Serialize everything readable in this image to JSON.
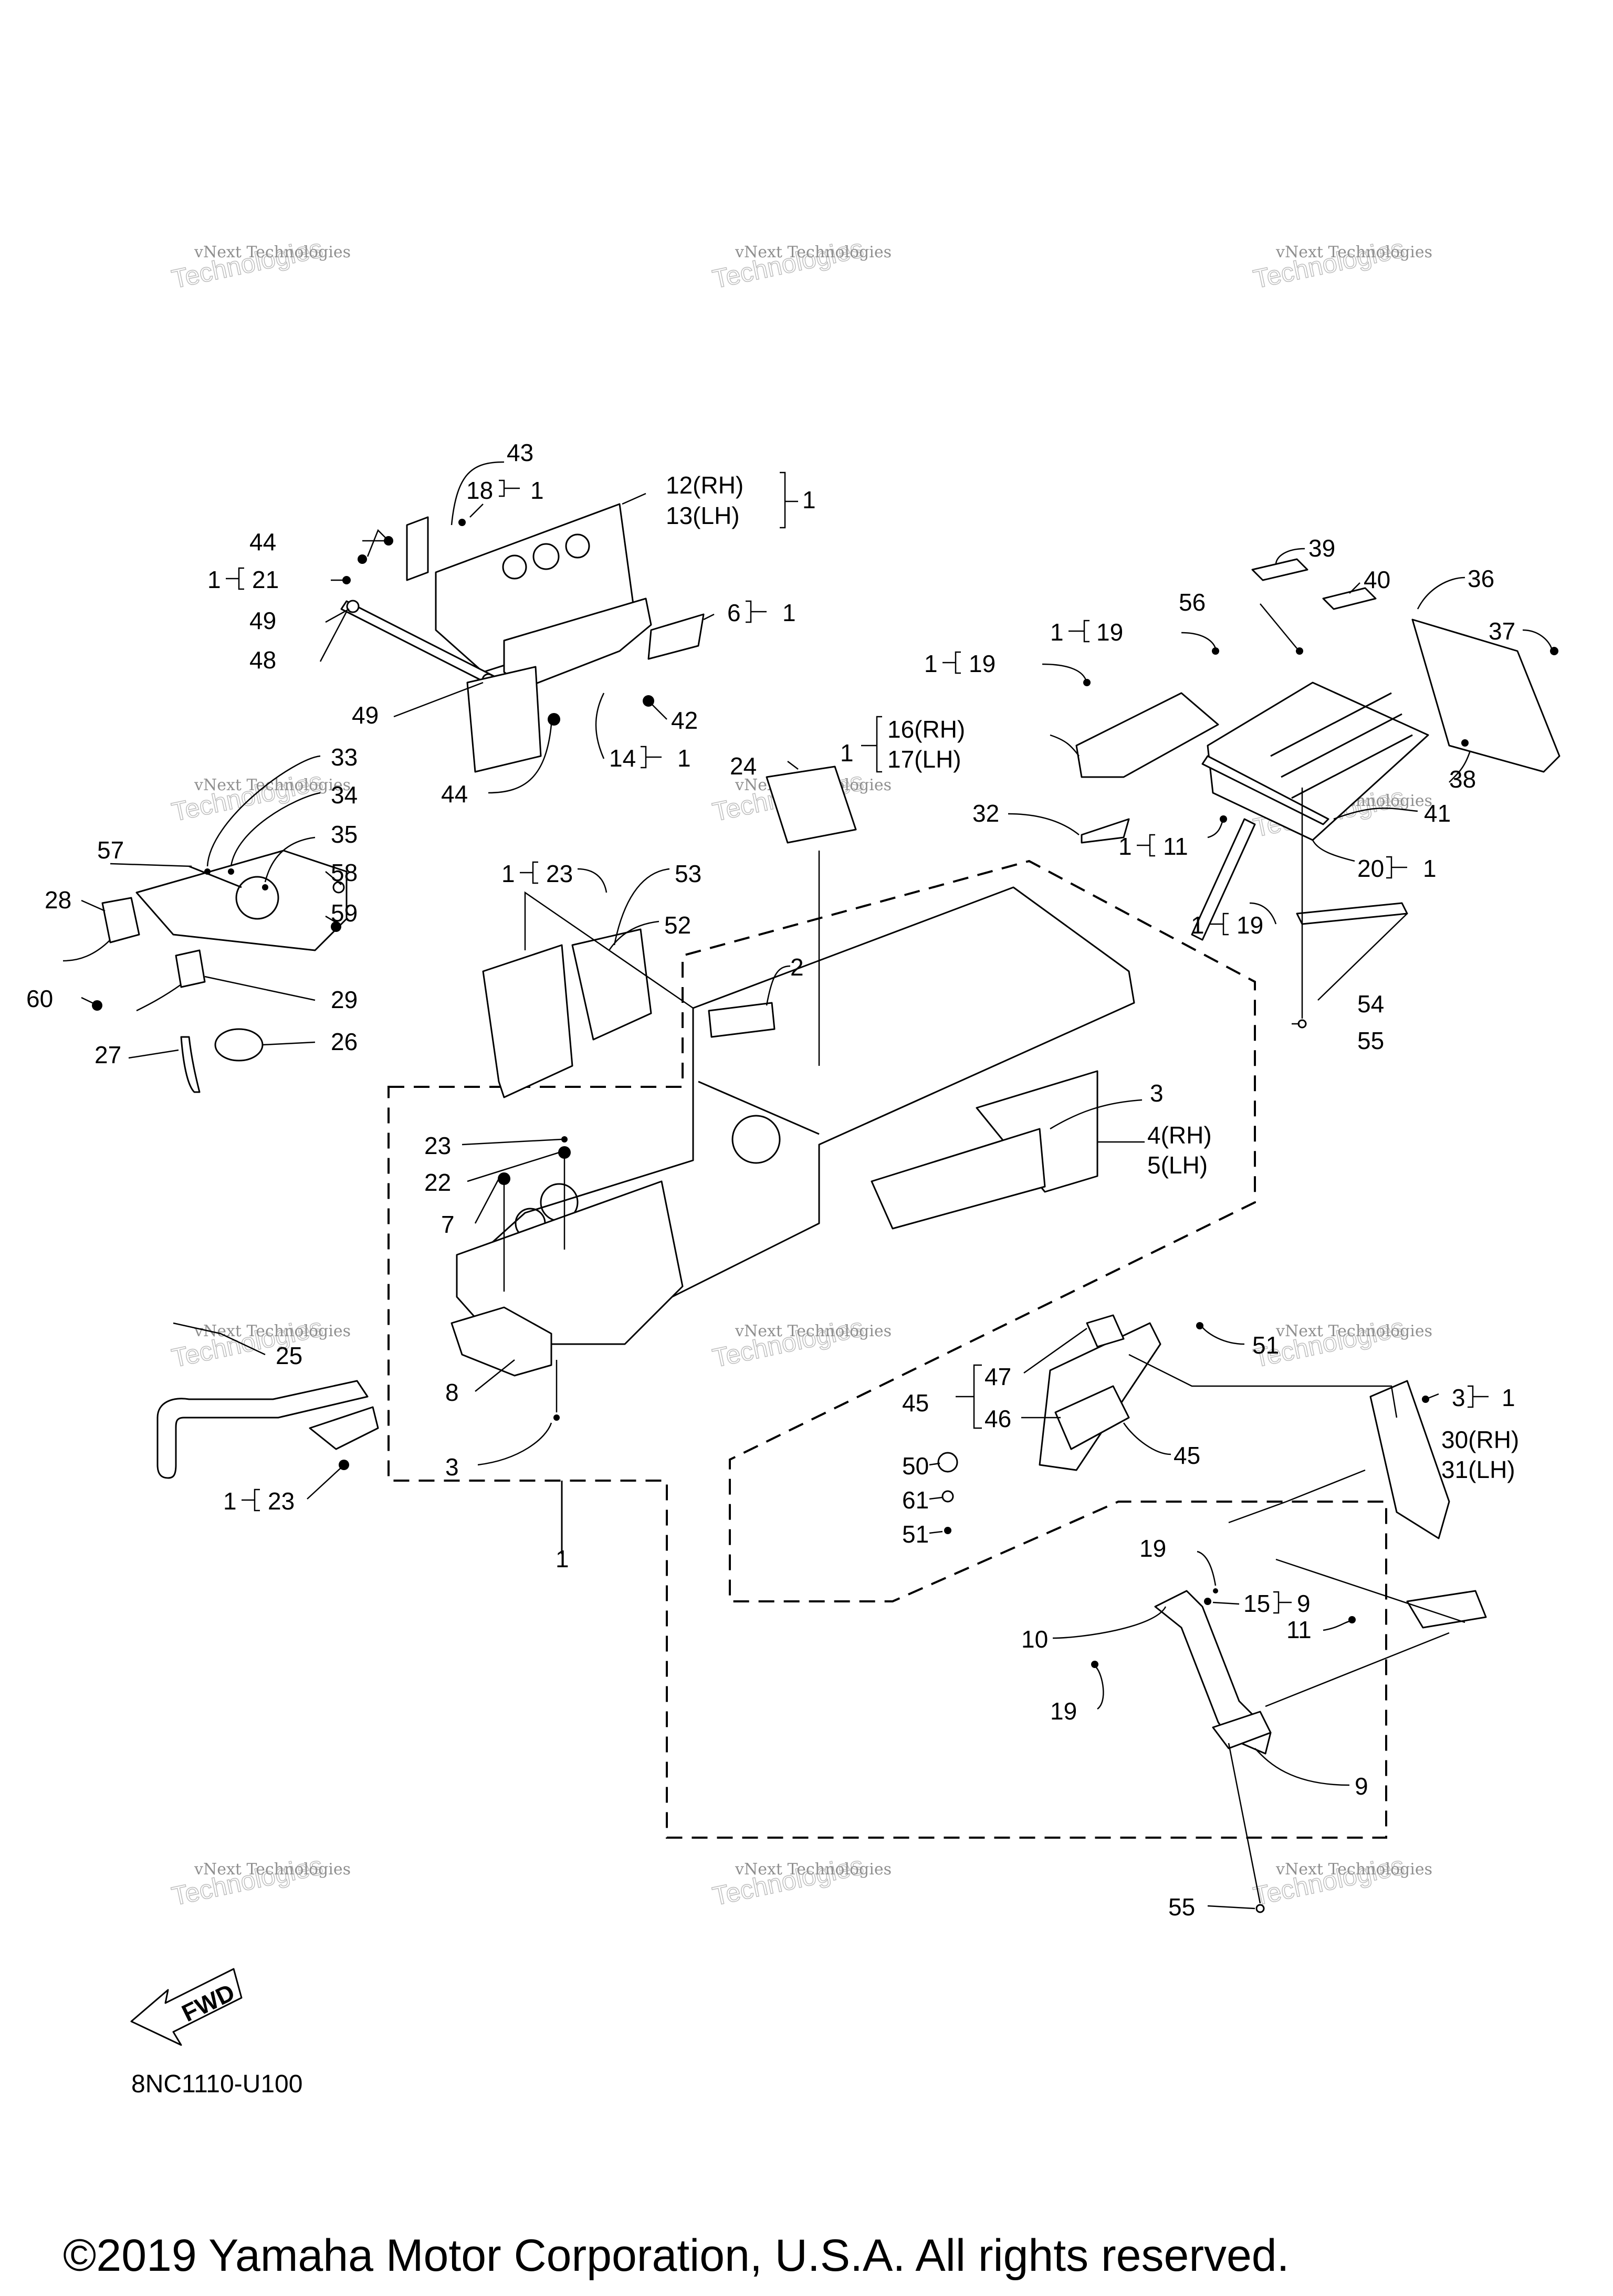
{
  "callouts": [
    {
      "id": "c43",
      "text": "43"
    },
    {
      "id": "c18",
      "text": "18"
    },
    {
      "id": "c18q",
      "text": "1"
    },
    {
      "id": "c12",
      "text": "12(RH)"
    },
    {
      "id": "c13",
      "text": "13(LH)"
    },
    {
      "id": "c1213q",
      "text": "1"
    },
    {
      "id": "c44a",
      "text": "44"
    },
    {
      "id": "c21q",
      "text": "1"
    },
    {
      "id": "c21",
      "text": "21"
    },
    {
      "id": "c49a",
      "text": "49"
    },
    {
      "id": "c48",
      "text": "48"
    },
    {
      "id": "c6",
      "text": "6"
    },
    {
      "id": "c6q",
      "text": "1"
    },
    {
      "id": "c42",
      "text": "42"
    },
    {
      "id": "c49b",
      "text": "49"
    },
    {
      "id": "c14",
      "text": "14"
    },
    {
      "id": "c14q",
      "text": "1"
    },
    {
      "id": "c44b",
      "text": "44"
    },
    {
      "id": "c39",
      "text": "39"
    },
    {
      "id": "c40",
      "text": "40"
    },
    {
      "id": "c36",
      "text": "36"
    },
    {
      "id": "c37",
      "text": "37"
    },
    {
      "id": "c56",
      "text": "56"
    },
    {
      "id": "c19aq",
      "text": "1"
    },
    {
      "id": "c19a",
      "text": "19"
    },
    {
      "id": "c19bq",
      "text": "1"
    },
    {
      "id": "c19b",
      "text": "19"
    },
    {
      "id": "c16q",
      "text": "1"
    },
    {
      "id": "c16",
      "text": "16(RH)"
    },
    {
      "id": "c17",
      "text": "17(LH)"
    },
    {
      "id": "c38",
      "text": "38"
    },
    {
      "id": "c41",
      "text": "41"
    },
    {
      "id": "c32",
      "text": "32"
    },
    {
      "id": "c11aq",
      "text": "1"
    },
    {
      "id": "c11a",
      "text": "11"
    },
    {
      "id": "c20",
      "text": "20"
    },
    {
      "id": "c20q",
      "text": "1"
    },
    {
      "id": "c19cq",
      "text": "1"
    },
    {
      "id": "c19c",
      "text": "19"
    },
    {
      "id": "c54",
      "text": "54"
    },
    {
      "id": "c55a",
      "text": "55"
    },
    {
      "id": "c24",
      "text": "24"
    },
    {
      "id": "c33",
      "text": "33"
    },
    {
      "id": "c34",
      "text": "34"
    },
    {
      "id": "c35",
      "text": "35"
    },
    {
      "id": "c57",
      "text": "57"
    },
    {
      "id": "c58",
      "text": "58"
    },
    {
      "id": "c28",
      "text": "28"
    },
    {
      "id": "c59",
      "text": "59"
    },
    {
      "id": "c60",
      "text": "60"
    },
    {
      "id": "c29",
      "text": "29"
    },
    {
      "id": "c27",
      "text": "27"
    },
    {
      "id": "c26",
      "text": "26"
    },
    {
      "id": "c23aq",
      "text": "1"
    },
    {
      "id": "c23a",
      "text": "23"
    },
    {
      "id": "c53",
      "text": "53"
    },
    {
      "id": "c52",
      "text": "52"
    },
    {
      "id": "c2",
      "text": "2"
    },
    {
      "id": "c3a",
      "text": "3"
    },
    {
      "id": "c4",
      "text": "4(RH)"
    },
    {
      "id": "c5",
      "text": "5(LH)"
    },
    {
      "id": "c23b",
      "text": "23"
    },
    {
      "id": "c22",
      "text": "22"
    },
    {
      "id": "c7",
      "text": "7"
    },
    {
      "id": "c8",
      "text": "8"
    },
    {
      "id": "c3b",
      "text": "3"
    },
    {
      "id": "c25",
      "text": "25"
    },
    {
      "id": "c23cq",
      "text": "1"
    },
    {
      "id": "c23c",
      "text": "23"
    },
    {
      "id": "c1",
      "text": "1"
    },
    {
      "id": "c51a",
      "text": "51"
    },
    {
      "id": "c45a",
      "text": "45"
    },
    {
      "id": "c47",
      "text": "47"
    },
    {
      "id": "c46",
      "text": "46"
    },
    {
      "id": "c45b",
      "text": "45"
    },
    {
      "id": "c3c",
      "text": "3"
    },
    {
      "id": "c3cq",
      "text": "1"
    },
    {
      "id": "c30",
      "text": "30(RH)"
    },
    {
      "id": "c31",
      "text": "31(LH)"
    },
    {
      "id": "c50",
      "text": "50"
    },
    {
      "id": "c61",
      "text": "61"
    },
    {
      "id": "c51b",
      "text": "51"
    },
    {
      "id": "c19d",
      "text": "19"
    },
    {
      "id": "c15",
      "text": "15"
    },
    {
      "id": "c15q",
      "text": "9"
    },
    {
      "id": "c10",
      "text": "10"
    },
    {
      "id": "c11b",
      "text": "11"
    },
    {
      "id": "c19e",
      "text": "19"
    },
    {
      "id": "c9",
      "text": "9"
    },
    {
      "id": "c55b",
      "text": "55"
    }
  ],
  "watermark": {
    "line1": "vNext Technologies",
    "line2": "Technologies",
    "overlay": "vNext"
  },
  "fwd_label": "FWD",
  "drawing_code": "8NC1110-U100",
  "copyright": "©2019 Yamaha Motor Corporation, U.S.A. All rights reserved."
}
